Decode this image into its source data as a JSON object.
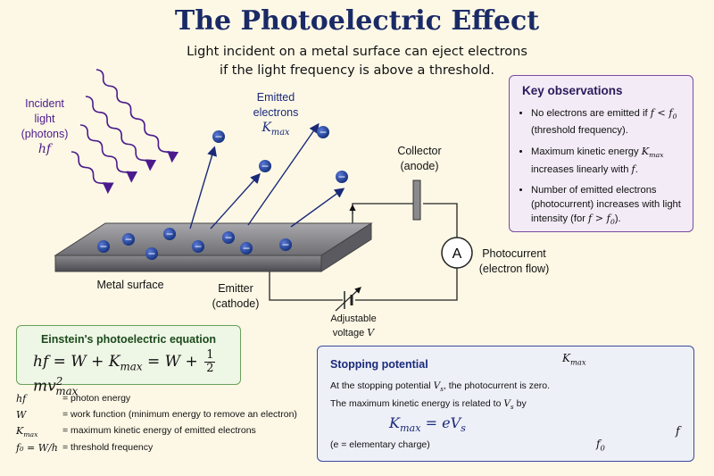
{
  "title": "The Photoelectric Effect",
  "subtitle": {
    "line1": "Light incident on a metal surface can eject electrons",
    "line2": "if the light frequency is above a threshold."
  },
  "diagram": {
    "incident_light": [
      "Incident",
      "light",
      "(photons)"
    ],
    "incident_symbol": "hf",
    "emitted_label": [
      "Emitted",
      "electrons"
    ],
    "emitted_symbol": "K",
    "emitted_symbol_sub": "max",
    "collector_label": [
      "Collector",
      "(anode)"
    ],
    "photocurrent_label": [
      "Photocurrent",
      "(electron flow)"
    ],
    "ammeter": "A",
    "metal_surface": "Metal surface",
    "emitter_label": [
      "Emitter",
      "(cathode)"
    ],
    "voltage_label": "Adjustable",
    "voltage_label2": "voltage",
    "voltage_symbol": "V",
    "electron_sign": "−"
  },
  "observations": {
    "title": "Key observations",
    "items": [
      {
        "text1": "No electrons are emitted if ",
        "math1": "f < f",
        "math1_sub": "0",
        "text2": "(threshold frequency)."
      },
      {
        "text1": "Maximum kinetic energy ",
        "math1": "K",
        "math1_sub": "max",
        "text2": "increases linearly with ",
        "math2": "f",
        "text3": "."
      },
      {
        "text1": "Number of emitted electrons (photocurrent) increases with light intensity (for ",
        "math1": "f > f",
        "math1_sub": "0",
        "text2": ")."
      }
    ]
  },
  "einstein": {
    "title": "Einstein's photoelectric equation",
    "eq_part1": "hf = W + K",
    "eq_sub1": "max",
    "eq_part2": " = W + ",
    "frac_num": "1",
    "frac_den": "2",
    "eq_part3": "mv",
    "eq_sup": "2",
    "eq_sub2": "max"
  },
  "legend": [
    {
      "symbol": "hf",
      "desc": "= photon energy"
    },
    {
      "symbol": "W",
      "desc": "= work function (minimum energy to remove an electron)"
    },
    {
      "symbol": "K",
      "symbol_sub": "max",
      "desc": "= maximum kinetic energy of emitted electrons"
    },
    {
      "symbol": "f₀ = W/h",
      "desc": "= threshold frequency"
    }
  ],
  "stopping": {
    "title": "Stopping potential",
    "line1a": "At the stopping potential ",
    "line1m": "V",
    "line1s": "s",
    "line1b": ", the photocurrent is zero.",
    "line2a": "The maximum kinetic energy is related to ",
    "line2m": "V",
    "line2s": "s",
    "line2b": " by",
    "eq_a": "K",
    "eq_sub": "max",
    "eq_b": " = eV",
    "eq_sub2": "s",
    "note": "(e = elementary charge)",
    "graph": {
      "ylabel": "K",
      "ylabel_sub": "max",
      "xlabel": "f",
      "threshold": "f",
      "threshold_sub": "0"
    }
  },
  "colors": {
    "title": "#1a2a66",
    "photon": "#4b1a8c",
    "electron": "#1a3a9a",
    "arrow": "#1a2a7a",
    "graph_line": "#6a1ab0"
  }
}
